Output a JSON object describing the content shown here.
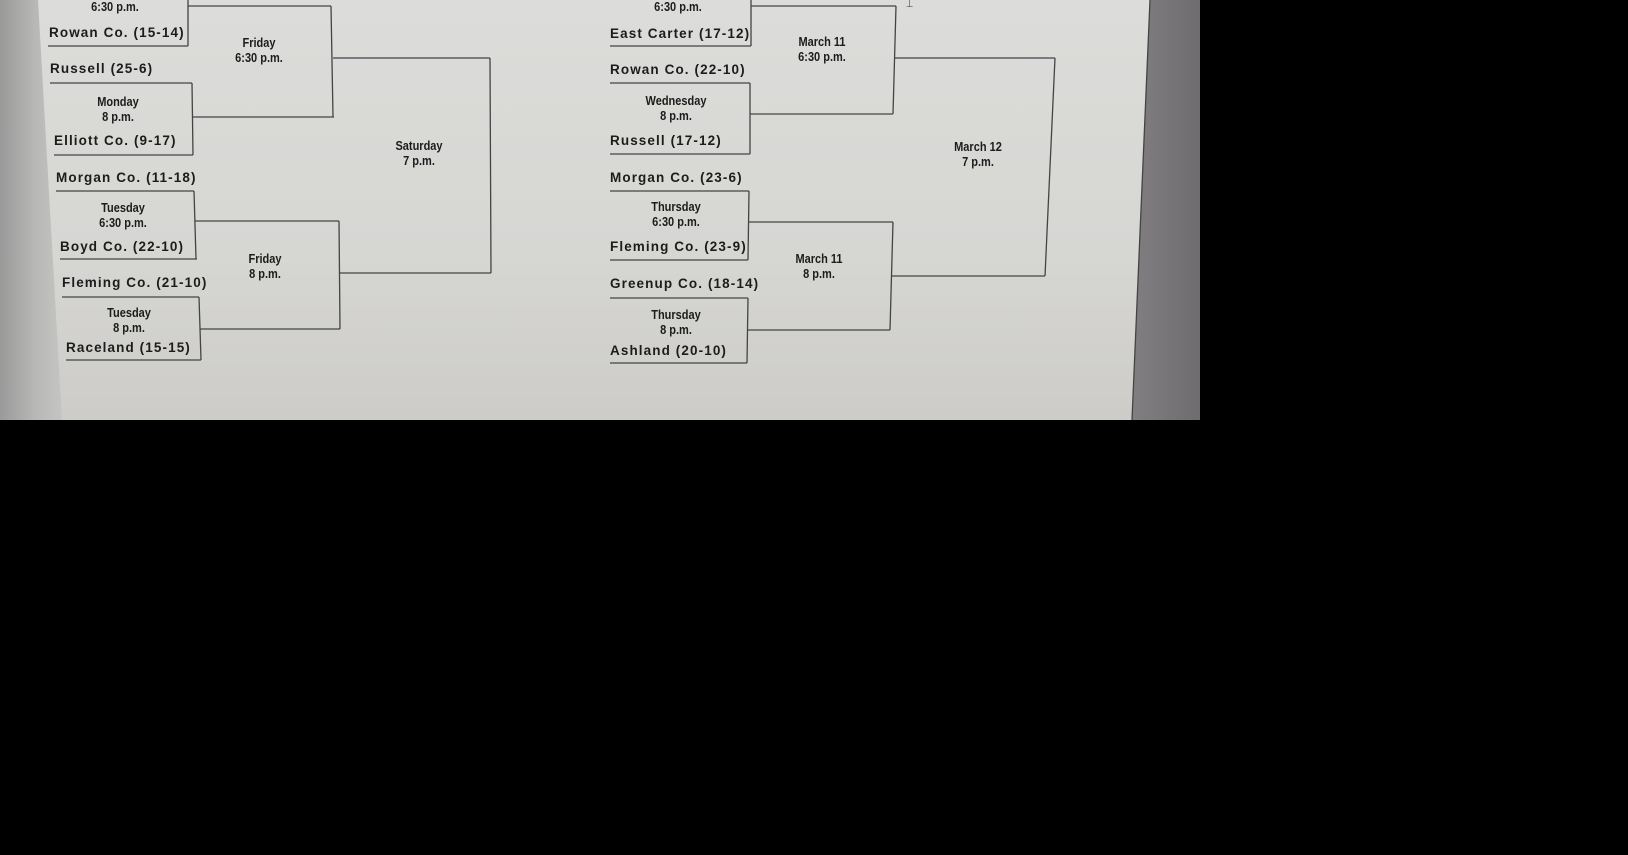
{
  "left_bracket": {
    "top_time": "6:30 p.m.",
    "teams": [
      "Rowan Co. (15-14)",
      "Russell (25-6)",
      "Elliott Co. (9-17)",
      "Morgan Co. (11-18)",
      "Boyd Co. (22-10)",
      "Fleming Co. (21-10)",
      "Raceland (15-15)"
    ],
    "games": [
      {
        "day": "Monday",
        "time": "8 p.m."
      },
      {
        "day": "Tuesday",
        "time": "6:30 p.m."
      },
      {
        "day": "Tuesday",
        "time": "8 p.m."
      },
      {
        "day": "Friday",
        "time": "6:30 p.m."
      },
      {
        "day": "Friday",
        "time": "8 p.m."
      },
      {
        "day": "Saturday",
        "time": "7 p.m."
      }
    ]
  },
  "right_bracket": {
    "top_time": "6:30 p.m.",
    "teams": [
      "East Carter (17-12)",
      "Rowan Co. (22-10)",
      "Russell (17-12)",
      "Morgan Co. (23-6)",
      "Fleming Co. (23-9)",
      "Greenup Co. (18-14)",
      "Ashland (20-10)"
    ],
    "games": [
      {
        "day": "Wednesday",
        "time": "8 p.m."
      },
      {
        "day": "Thursday",
        "time": "6:30 p.m."
      },
      {
        "day": "Thursday",
        "time": "8 p.m."
      },
      {
        "day": "March 11",
        "time": "6:30 p.m."
      },
      {
        "day": "March 11",
        "time": "8 p.m."
      },
      {
        "day": "March 12",
        "time": "7 p.m."
      }
    ]
  },
  "colors": {
    "ink": "#1c1c1c",
    "paper": "#d8d8d6",
    "background": "#000000"
  }
}
